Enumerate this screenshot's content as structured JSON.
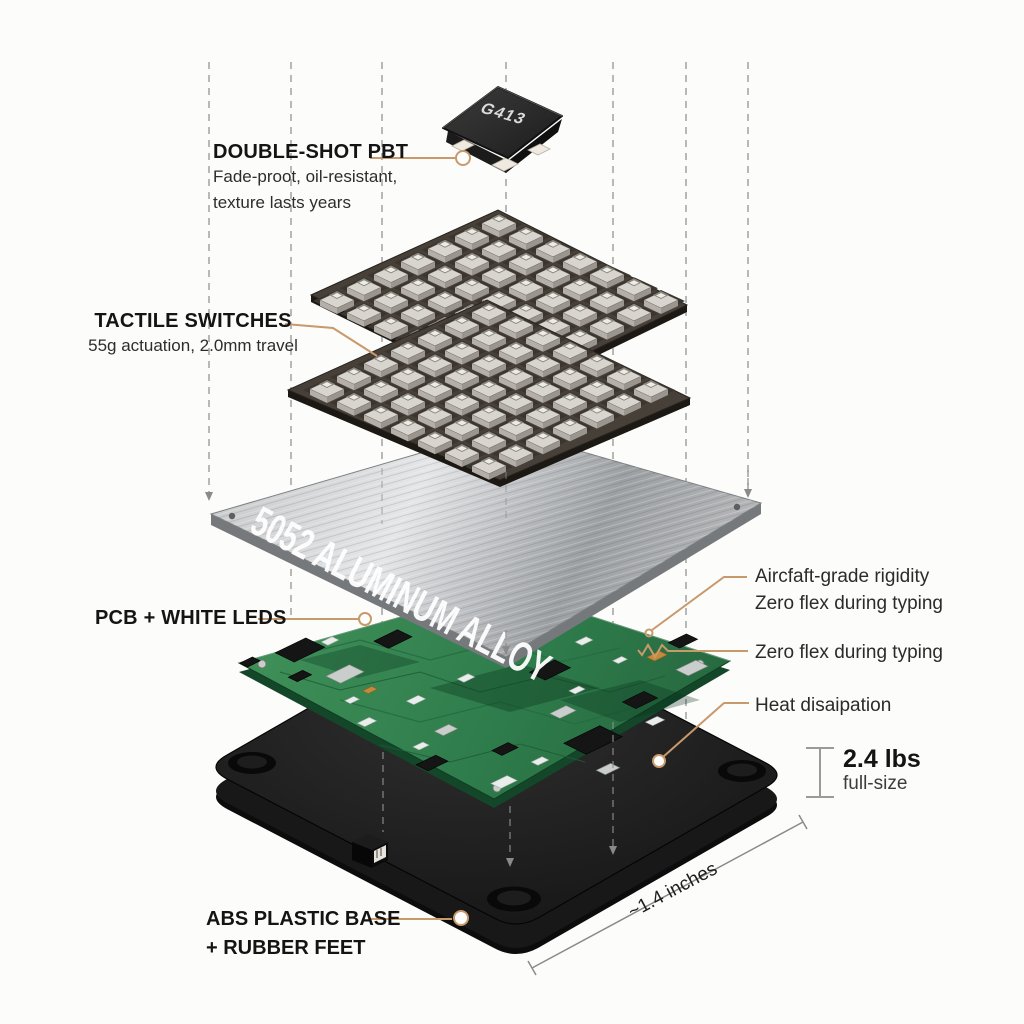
{
  "diagram": {
    "keycap_legend": "G413",
    "plate_text": "5052 ALUMINUM ALLOY",
    "labels": {
      "keycap": {
        "title": "DOUBLE-SHOT PBT",
        "desc1": "Fade-proot, oil-resistant,",
        "desc2": "texture lasts years"
      },
      "switches": {
        "title": "TACTILE SWITCHES",
        "desc": "55g actuation, 2.0mm travel"
      },
      "pcb": {
        "title": "PCB + WHITE LEDS"
      },
      "rigidity": {
        "line1": "Aircfaft-grade rigidity",
        "line2": "Zero flex during typing"
      },
      "flex": "Zero flex during typing",
      "heat": "Heat disaipation",
      "weight": {
        "value": "2.4 lbs",
        "sub": "full-size"
      },
      "base": {
        "line1": "ABS PLASTIC BASE",
        "line2": "+ RUBBER FEET"
      },
      "depth": "~1.4 inches"
    },
    "colors": {
      "accent_leader": "#c8996a",
      "guide_gray": "#9a9a9a",
      "pcb_green": "#2f7d4c",
      "aluminum_silver": "#c6c8ca",
      "base_black": "#1a1a1a",
      "text_dark": "#222222"
    }
  }
}
